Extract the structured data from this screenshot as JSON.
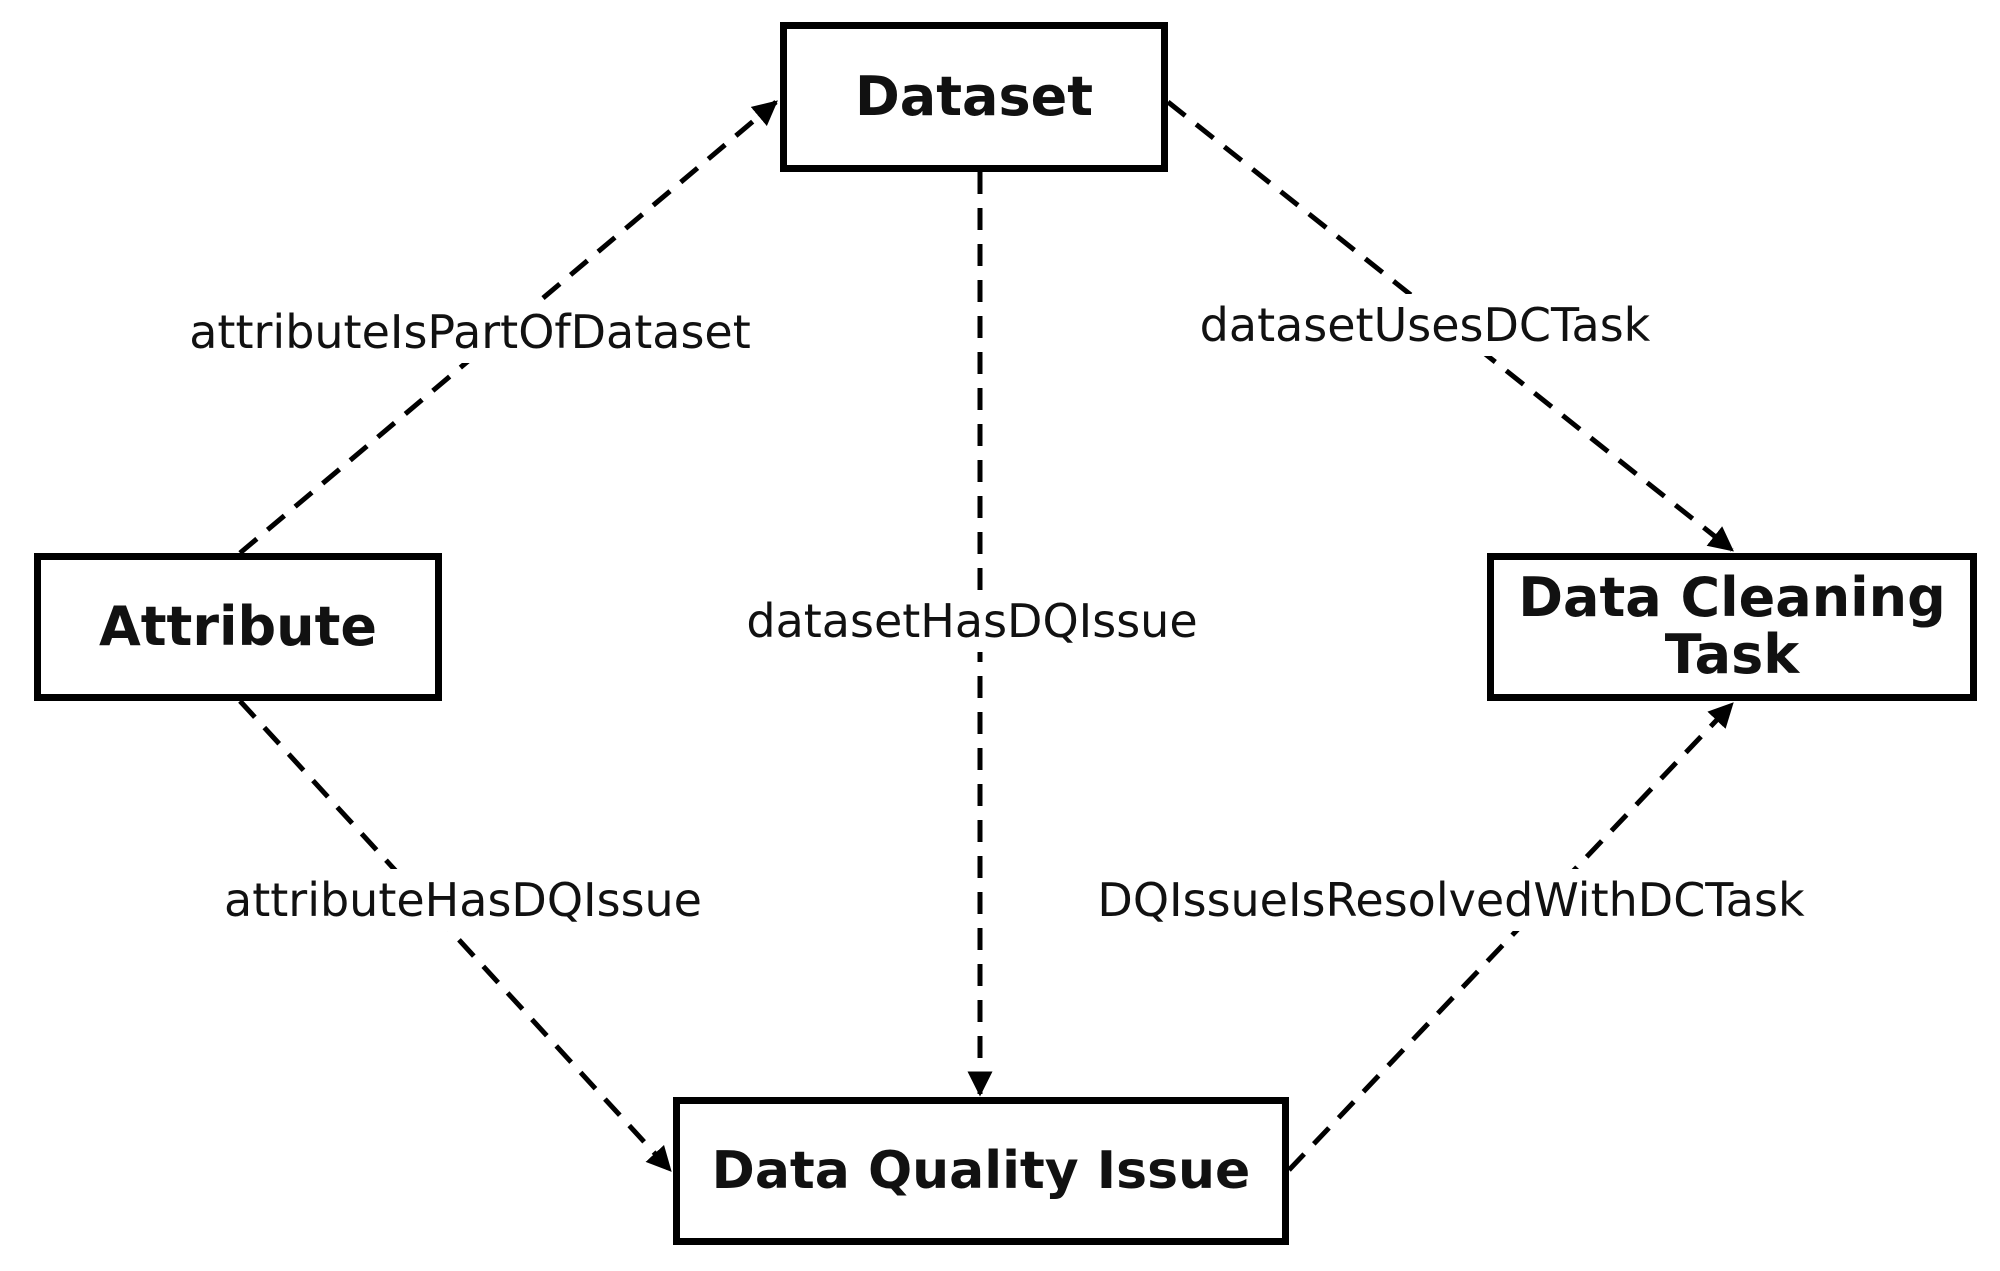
{
  "nodes": {
    "dataset": "Dataset",
    "attribute": "Attribute",
    "data_cleaning_task": {
      "line1": "Data Cleaning",
      "line2": "Task"
    },
    "data_quality_issue": "Data Quality Issue"
  },
  "edges": {
    "attribute_is_part_of_dataset": "attributeIsPartOfDataset",
    "dataset_uses_dc_task": "datasetUsesDCTask",
    "dataset_has_dq_issue": "datasetHasDQIssue",
    "attribute_has_dq_issue": "attributeHasDQIssue",
    "dq_issue_is_resolved_with_dc_task": "DQIssueIsResolvedWithDCTask"
  },
  "colors": {
    "stroke": "#000000",
    "background": "#ffffff"
  }
}
